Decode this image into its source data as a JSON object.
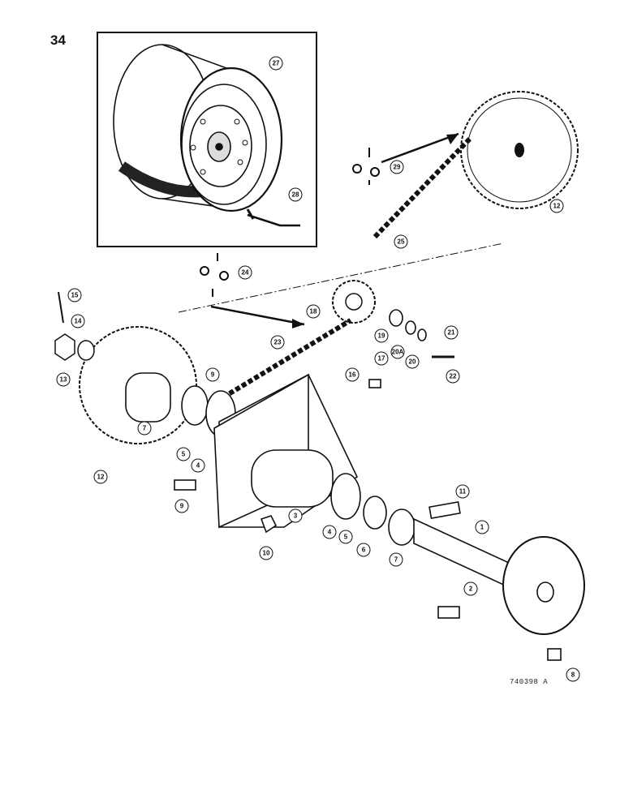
{
  "page": {
    "number": "34",
    "figure_code": "740398 A"
  },
  "colors": {
    "ink": "#111111",
    "paper": "#ffffff",
    "shade": "#555555"
  },
  "callouts": [
    "27",
    "28",
    "12",
    "29",
    "25",
    "24",
    "18",
    "15",
    "14",
    "13",
    "23",
    "19",
    "20A",
    "20",
    "21",
    "22",
    "17",
    "16",
    "9",
    "7",
    "5",
    "4",
    "12",
    "3",
    "9",
    "10",
    "4",
    "5",
    "6",
    "7",
    "11",
    "1",
    "2",
    "8"
  ]
}
